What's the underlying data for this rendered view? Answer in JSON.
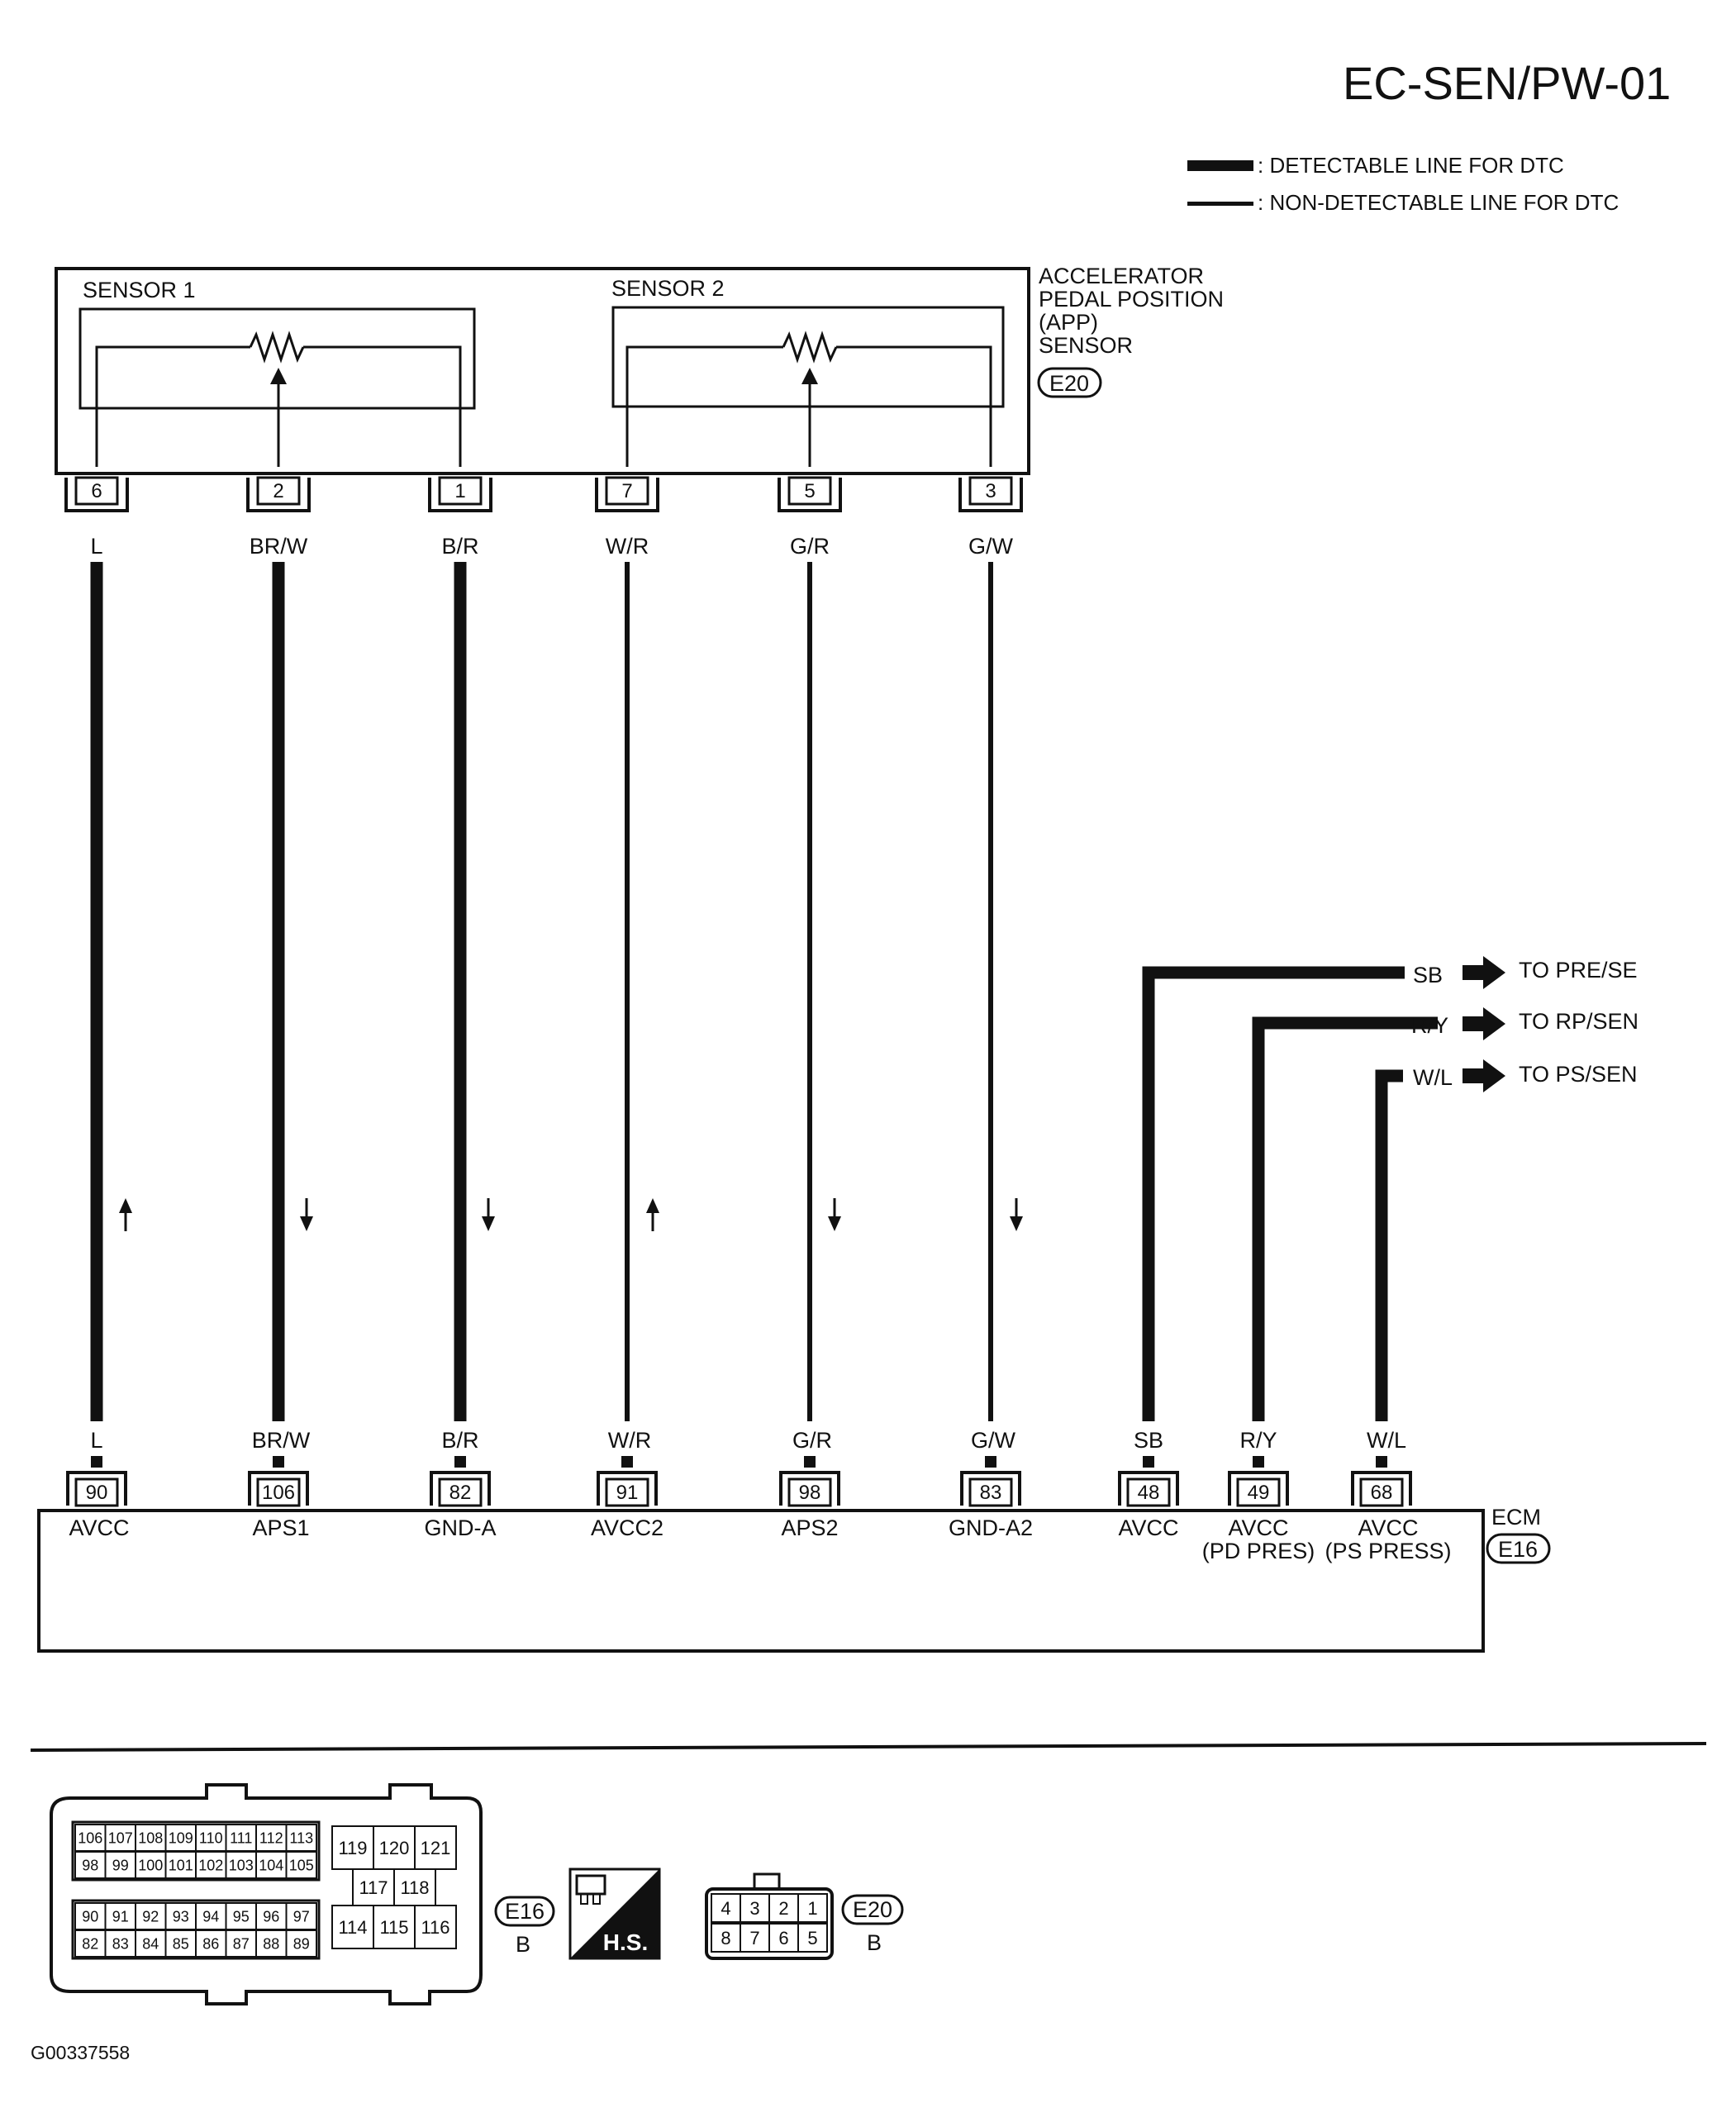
{
  "header": {
    "title": "EC-SEN/PW-01"
  },
  "legend": {
    "detectable": ": DETECTABLE LINE FOR DTC",
    "non_detectable": ": NON-DETECTABLE LINE FOR DTC"
  },
  "sensor": {
    "sensor1_label": "SENSOR 1",
    "sensor2_label": "SENSOR 2",
    "name_lines": [
      "ACCELERATOR",
      "PEDAL POSITION",
      "(APP)",
      "SENSOR"
    ],
    "connector": "E20"
  },
  "sensor_pins": [
    "6",
    "2",
    "1",
    "7",
    "5",
    "3"
  ],
  "wire_colors": [
    "L",
    "BR/W",
    "B/R",
    "W/R",
    "G/R",
    "G/W"
  ],
  "ecm_wire_colors": [
    "L",
    "BR/W",
    "B/R",
    "W/R",
    "G/R",
    "G/W",
    "SB",
    "R/Y",
    "W/L"
  ],
  "ecm": {
    "name": "ECM",
    "connector": "E16",
    "pins": [
      "90",
      "106",
      "82",
      "91",
      "98",
      "83",
      "48",
      "49",
      "68"
    ],
    "terminals": [
      "AVCC",
      "APS1",
      "GND-A",
      "AVCC2",
      "APS2",
      "GND-A2",
      "AVCC",
      "AVCC",
      "AVCC"
    ],
    "terminal_sub": [
      "",
      "",
      "",
      "",
      "",
      "",
      "",
      "(PD PRES)",
      "(PS PRESS)"
    ]
  },
  "branches": [
    {
      "color": "SB",
      "dest": "TO PRE/SE"
    },
    {
      "color": "R/Y",
      "dest": "TO RP/SEN"
    },
    {
      "color": "W/L",
      "dest": "TO PS/SEN"
    }
  ],
  "connector_e16": {
    "rows": [
      [
        "106",
        "107",
        "108",
        "109",
        "110",
        "111",
        "112",
        "113"
      ],
      [
        "98",
        "99",
        "100",
        "101",
        "102",
        "103",
        "104",
        "105"
      ],
      [
        "90",
        "91",
        "92",
        "93",
        "94",
        "95",
        "96",
        "97"
      ],
      [
        "82",
        "83",
        "84",
        "85",
        "86",
        "87",
        "88",
        "89"
      ]
    ],
    "right_top": [
      "119",
      "120",
      "121"
    ],
    "right_mid": [
      "117",
      "118"
    ],
    "right_bot": [
      "114",
      "115",
      "116"
    ],
    "label": "E16",
    "color": "B"
  },
  "hs": {
    "label": "H.S."
  },
  "connector_e20": {
    "rows": [
      [
        "4",
        "3",
        "2",
        "1"
      ],
      [
        "8",
        "7",
        "6",
        "5"
      ]
    ],
    "label": "E20",
    "color": "B"
  },
  "footer": {
    "code": "G00337558"
  }
}
